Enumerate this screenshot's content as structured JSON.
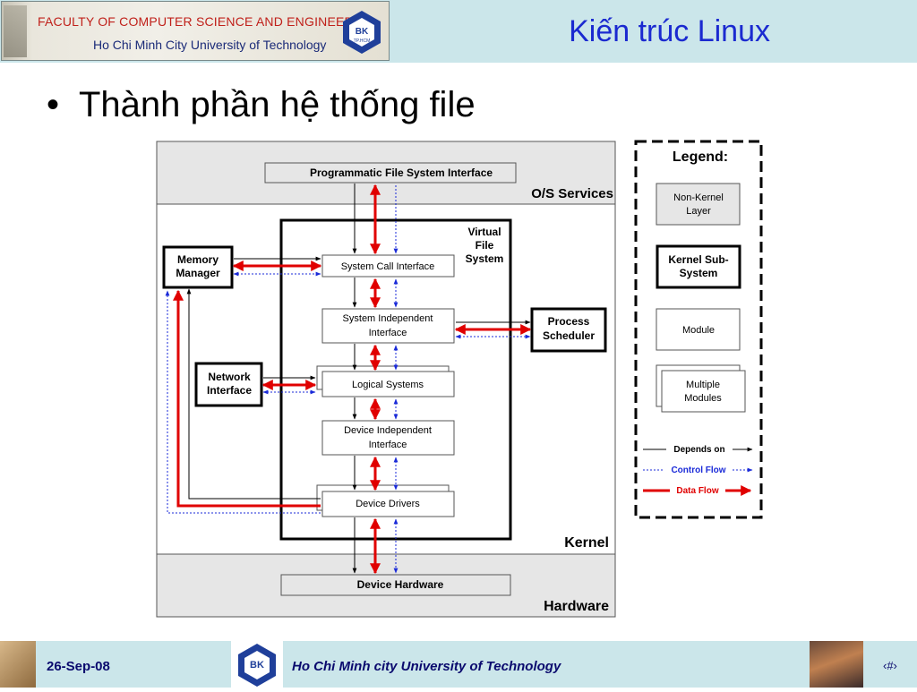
{
  "header": {
    "banner_line1": "FACULTY OF COMPUTER SCIENCE AND ENGINEERING",
    "banner_line2": "Ho Chi Minh City University of Technology",
    "logo_text": "BK",
    "logo_subtext": "TP.HCM",
    "title": "Kiến trúc Linux"
  },
  "bullet": {
    "marker": "•",
    "text": "Thành phần hệ thống file"
  },
  "diagram": {
    "programmatic_interface": "Programmatic File System Interface",
    "os_services": "O/S Services",
    "kernel": "Kernel",
    "hardware": "Hardware",
    "vfs_line1": "Virtual",
    "vfs_line2": "File",
    "vfs_line3": "System",
    "syscall": "System Call Interface",
    "sysind_line1": "System Independent",
    "sysind_line2": "Interface",
    "logical": "Logical Systems",
    "devind_line1": "Device Independent",
    "devind_line2": "Interface",
    "drivers": "Device Drivers",
    "device_hardware": "Device Hardware",
    "memory_line1": "Memory",
    "memory_line2": "Manager",
    "network_line1": "Network",
    "network_line2": "Interface",
    "process_line1": "Process",
    "process_line2": "Scheduler"
  },
  "legend": {
    "title": "Legend:",
    "nonkernel_line1": "Non-Kernel",
    "nonkernel_line2": "Layer",
    "kernelsub_line1": "Kernel Sub-",
    "kernelsub_line2": "System",
    "module": "Module",
    "multiple_line1": "Multiple",
    "multiple_line2": "Modules",
    "depends_on": "Depends on",
    "control_flow": "Control Flow",
    "data_flow": "Data Flow"
  },
  "footer": {
    "date": "26-Sep-08",
    "organization": "Ho Chi Minh city University of Technology",
    "page": "‹#›"
  },
  "colors": {
    "title": "#1b2ad0",
    "data_flow": "#e00000",
    "control_flow": "#1a2ad8",
    "band": "#e6e6e6"
  }
}
